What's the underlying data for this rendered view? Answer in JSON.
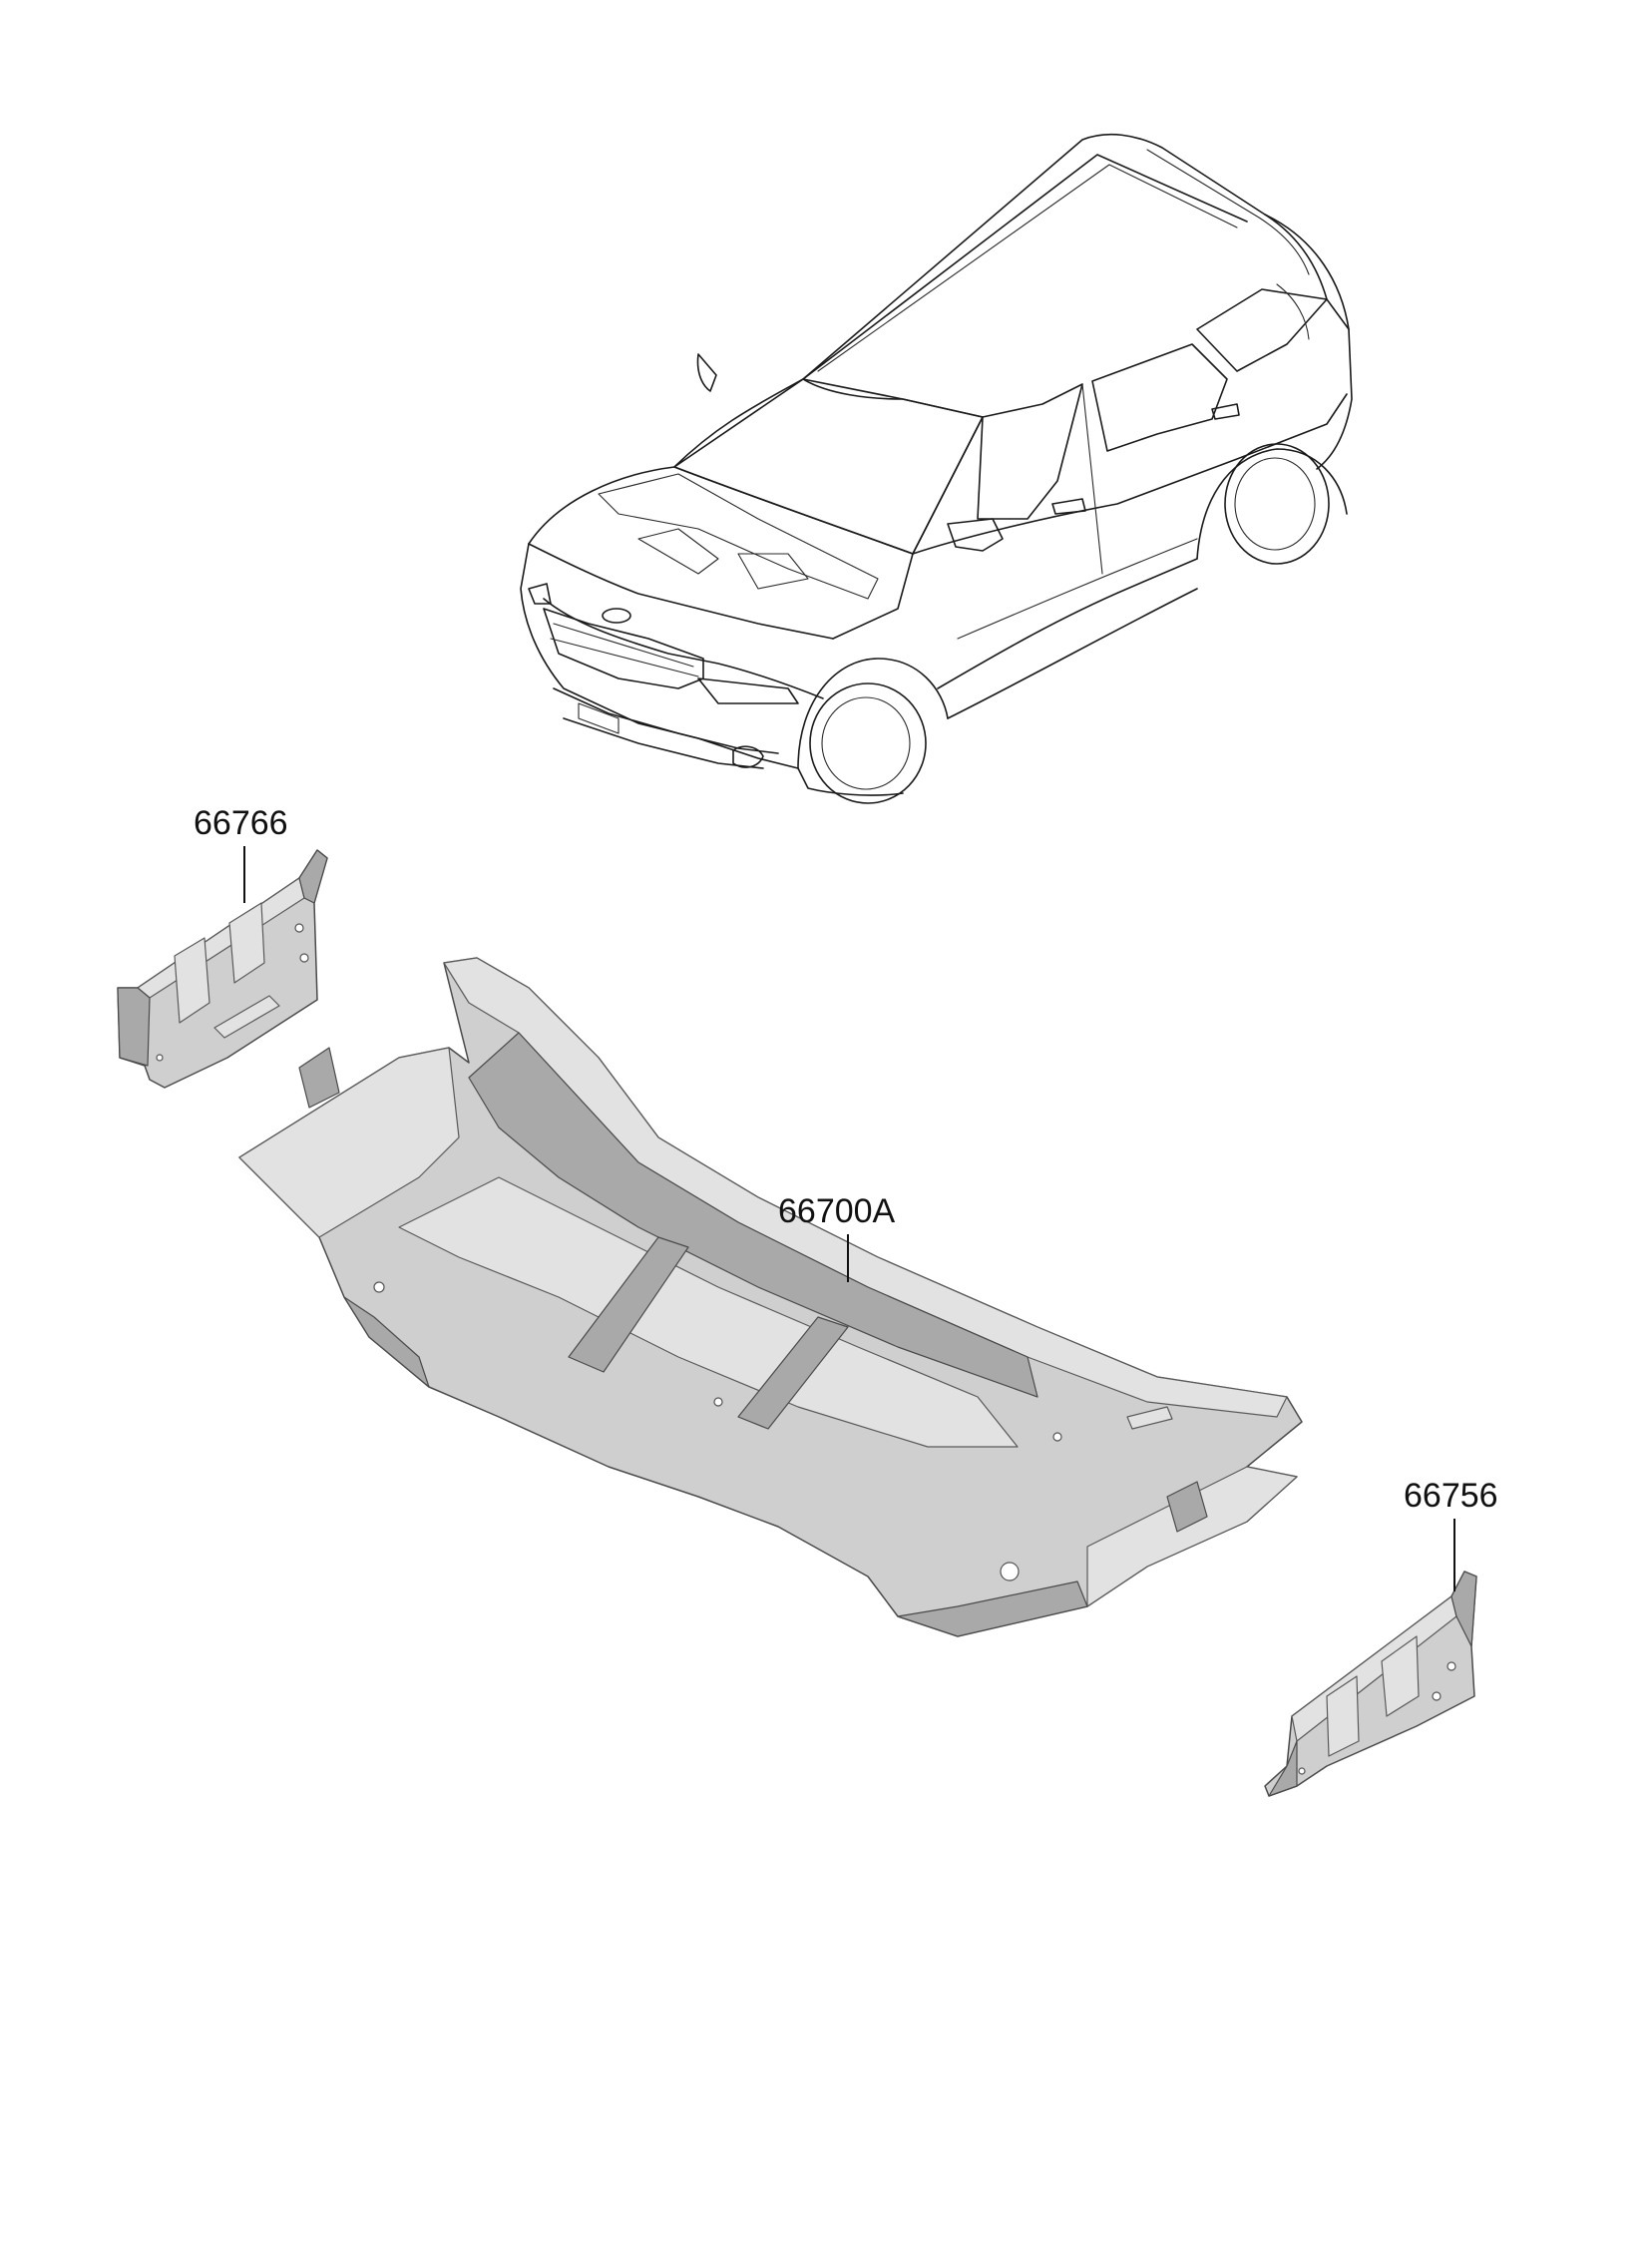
{
  "diagram": {
    "callouts": [
      {
        "id": "bracket-left",
        "label": "66766"
      },
      {
        "id": "cowl-panel",
        "label": "66700A"
      },
      {
        "id": "bracket-right",
        "label": "66756"
      }
    ]
  }
}
